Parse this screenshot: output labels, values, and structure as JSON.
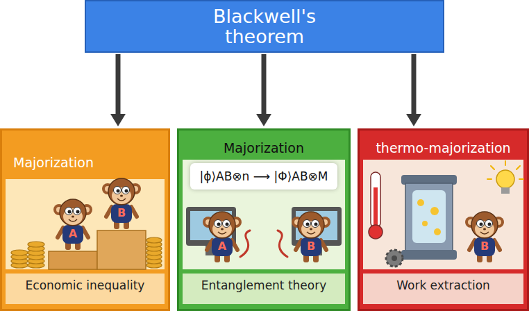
{
  "diagram": {
    "nodes": [
      {
        "text": [
          "Blackwell's theorem"
        ]
      },
      {
        "text": [
          "Majorization",
          "Economic inequality"
        ]
      },
      {
        "text": [
          "Majorization",
          "|ϕ⟩AB⊗n ⟶ |Φ⟩AB⊗M",
          "Entanglement theory"
        ]
      },
      {
        "text": [
          "thermo-majorization",
          "Work extraction"
        ]
      }
    ],
    "edges": [
      {
        "from": 0,
        "to": 1,
        "arrow": "to"
      },
      {
        "from": 0,
        "to": 2,
        "arrow": "to"
      },
      {
        "from": 0,
        "to": 3,
        "arrow": "to"
      }
    ],
    "labels": [
      "A",
      "B",
      "A",
      "B",
      "B"
    ]
  }
}
